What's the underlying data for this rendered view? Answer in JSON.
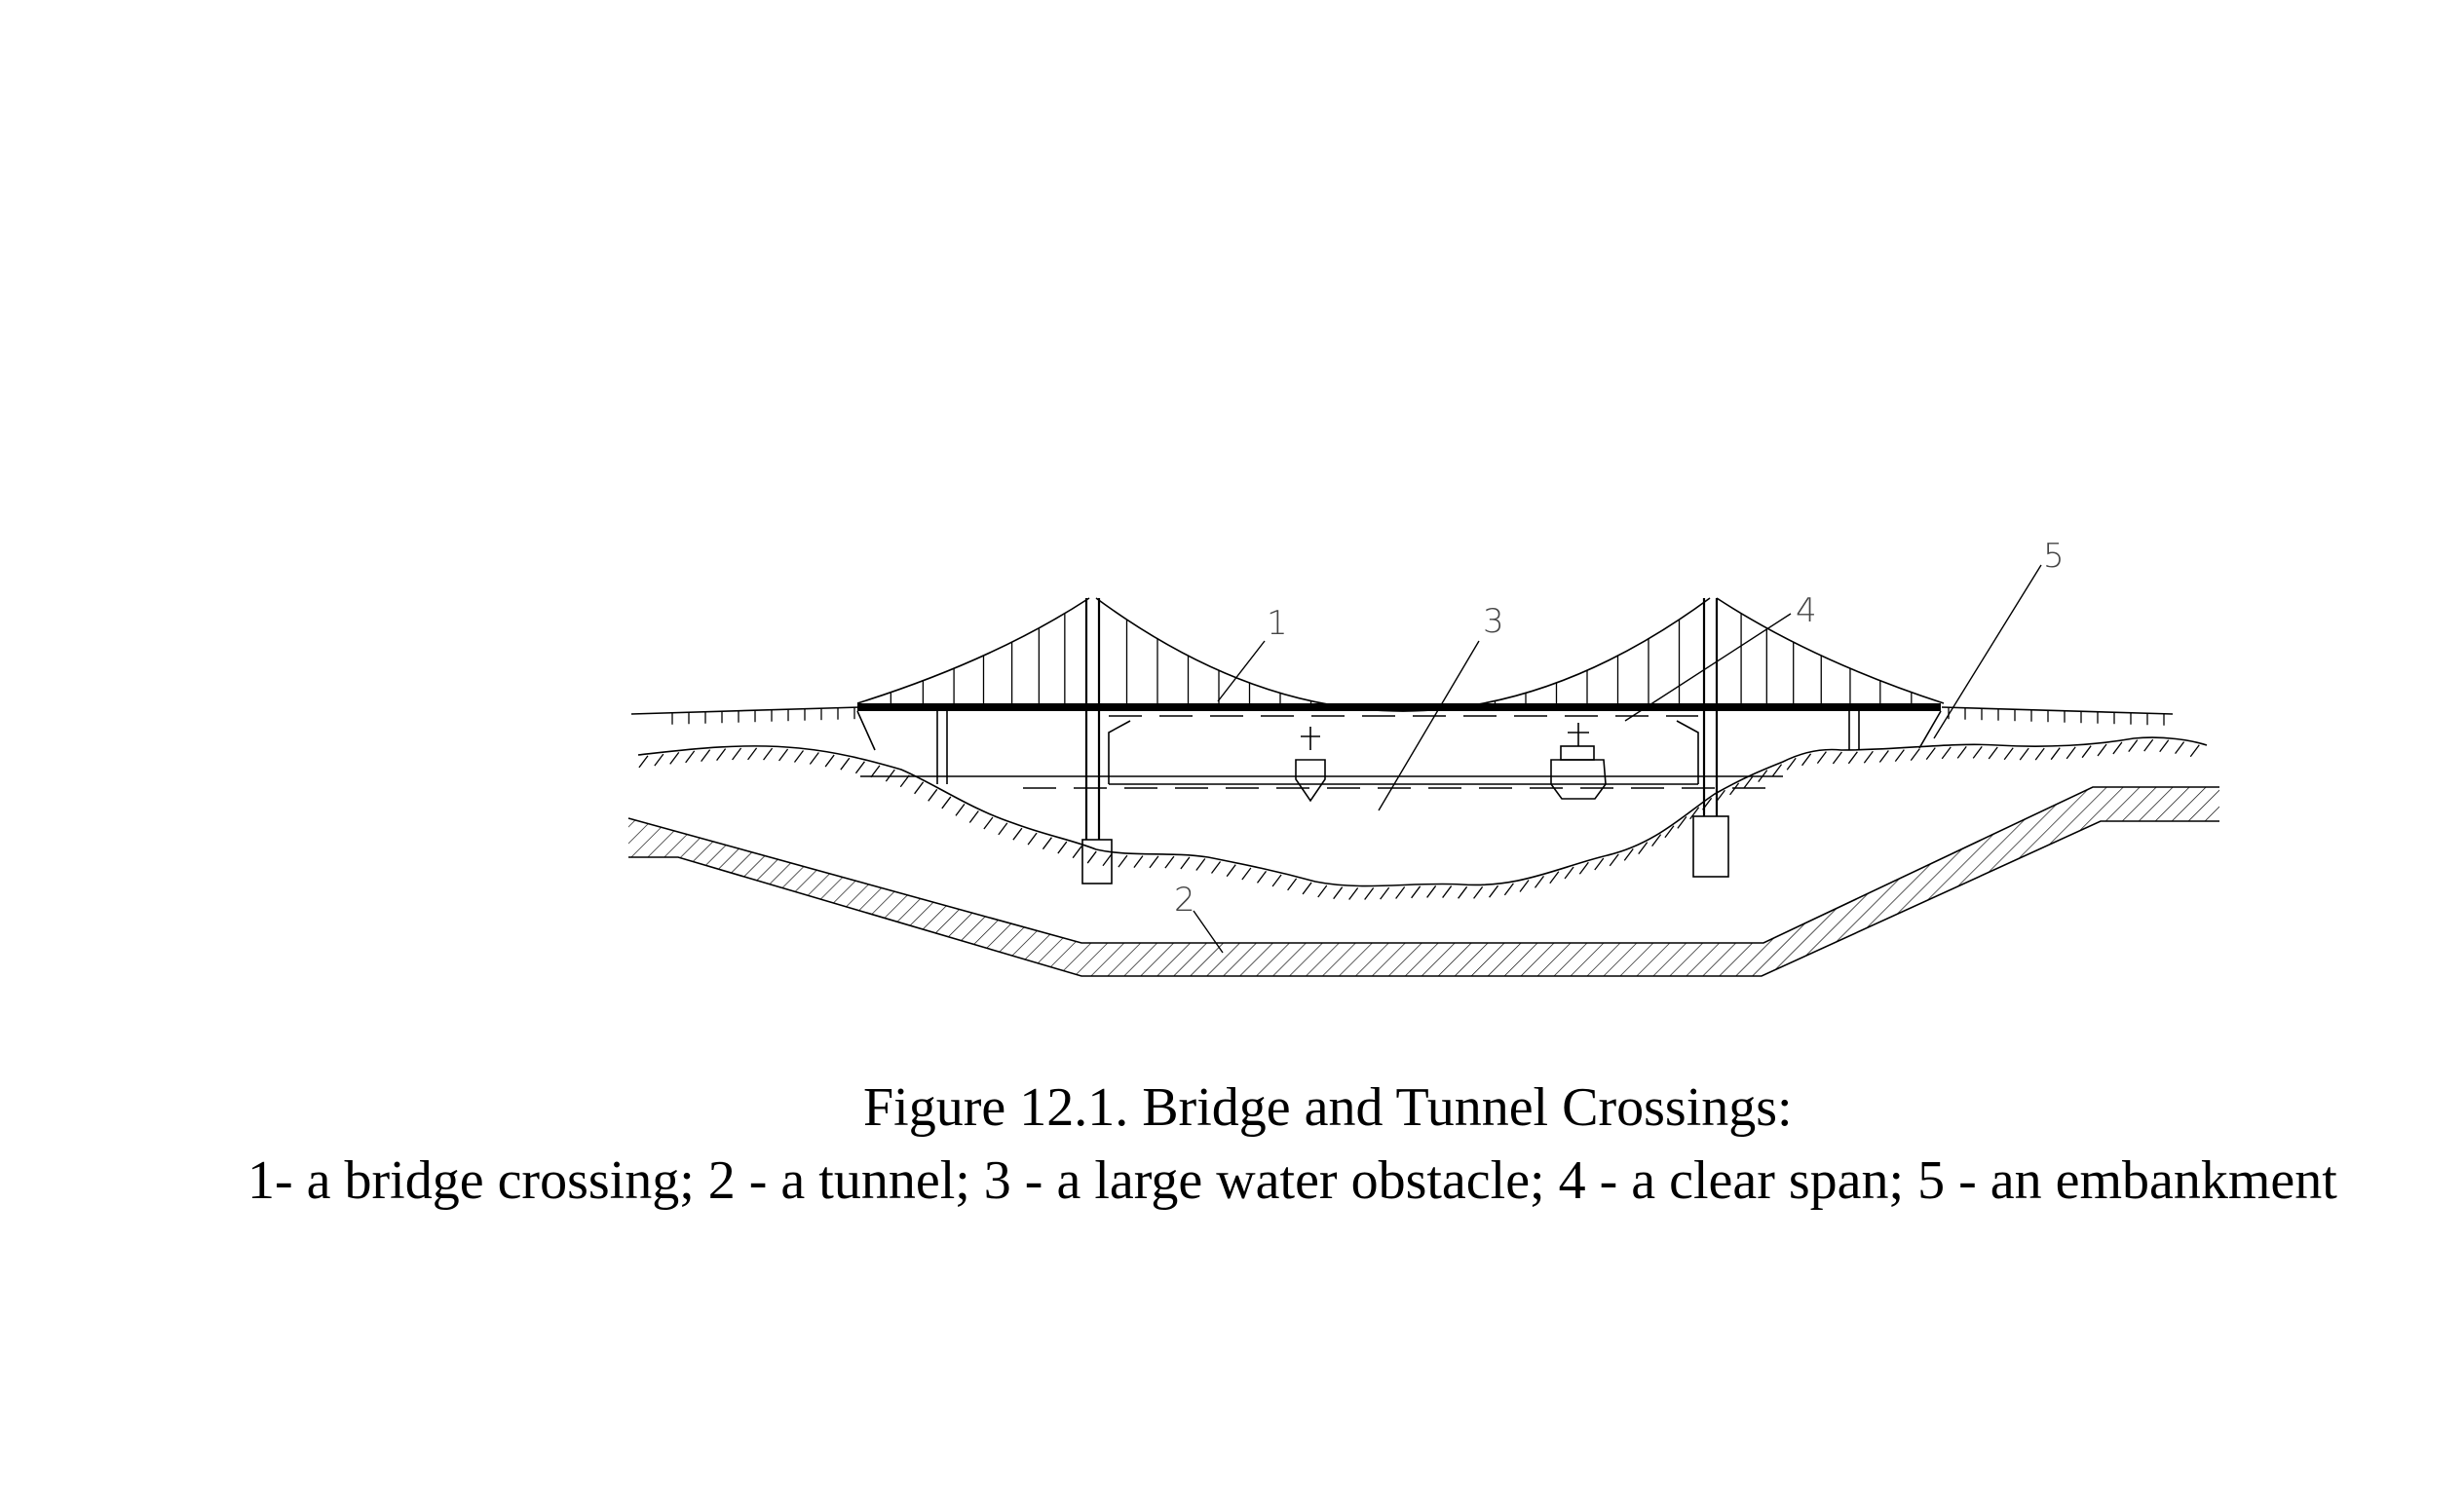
{
  "figure": {
    "title": "Figure 12.1. Bridge and Tunnel Crossings:",
    "legend": "1- a bridge crossing; 2 - a tunnel; 3 - a large water obstacle; 4 - a clear span; 5 - an embankment"
  },
  "callouts": {
    "c1": "1",
    "c2": "2",
    "c3": "3",
    "c4": "4",
    "c5": "5"
  }
}
